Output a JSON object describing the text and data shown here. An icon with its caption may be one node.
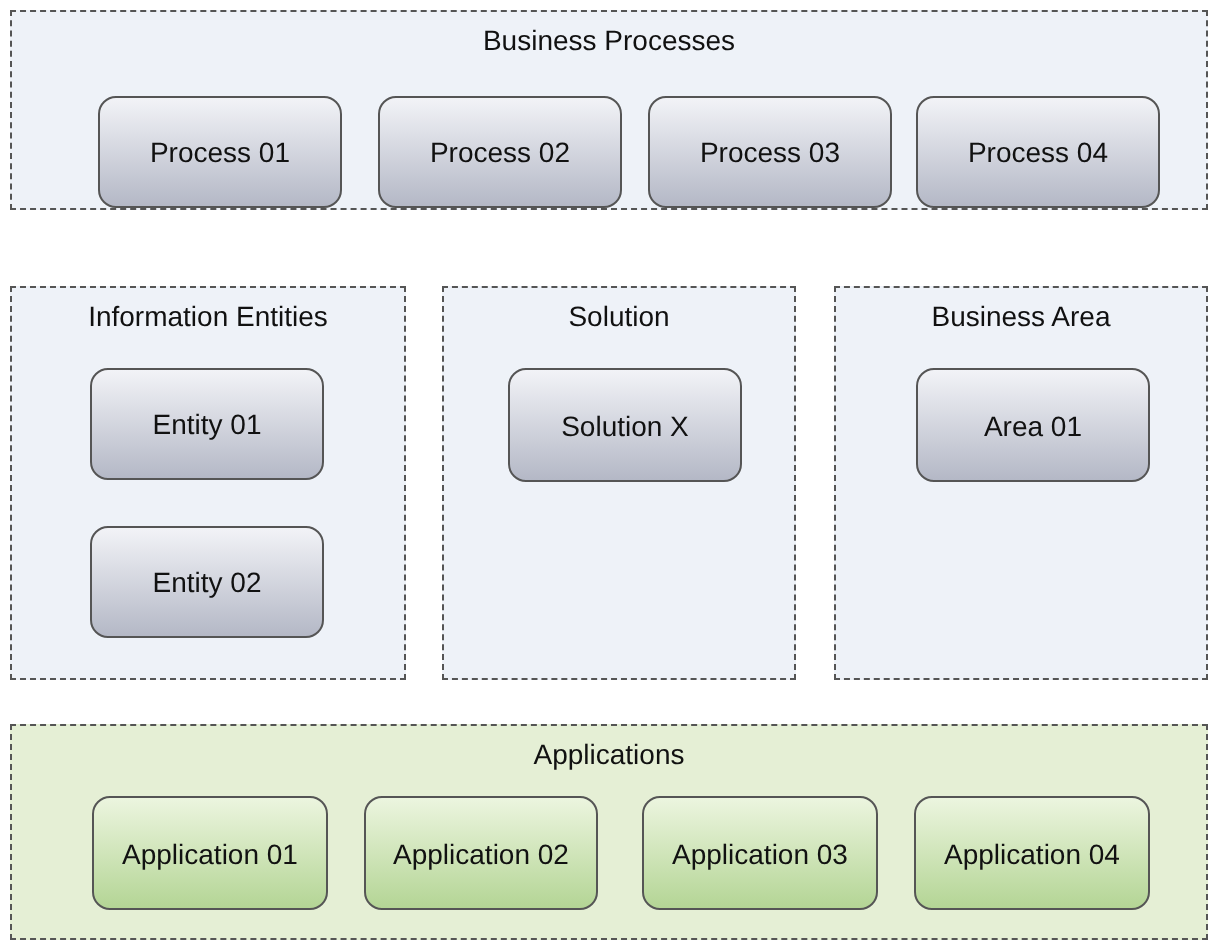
{
  "diagram": {
    "nodes": [
      {
        "text": [
          "Business Processes"
        ]
      },
      {
        "text": [
          "Process 01"
        ],
        "in": 0
      },
      {
        "text": [
          "Process 02"
        ],
        "in": 0
      },
      {
        "text": [
          "Process 03"
        ],
        "in": 0
      },
      {
        "text": [
          "Process 04"
        ],
        "in": 0
      },
      {
        "text": [
          "Information Entities"
        ]
      },
      {
        "text": [
          "Entity 01"
        ],
        "in": 5
      },
      {
        "text": [
          "Entity 02"
        ],
        "in": 5
      },
      {
        "text": [
          "Solution"
        ]
      },
      {
        "text": [
          "Solution X"
        ],
        "in": 8
      },
      {
        "text": [
          "Business Area"
        ]
      },
      {
        "text": [
          "Area 01"
        ],
        "in": 10
      },
      {
        "text": [
          "Applications"
        ]
      },
      {
        "text": [
          "Application 01"
        ],
        "in": 12
      },
      {
        "text": [
          "Application 02"
        ],
        "in": 12
      },
      {
        "text": [
          "Application 03"
        ],
        "in": 12
      },
      {
        "text": [
          "Application 04"
        ],
        "in": 12
      }
    ],
    "edges": []
  }
}
